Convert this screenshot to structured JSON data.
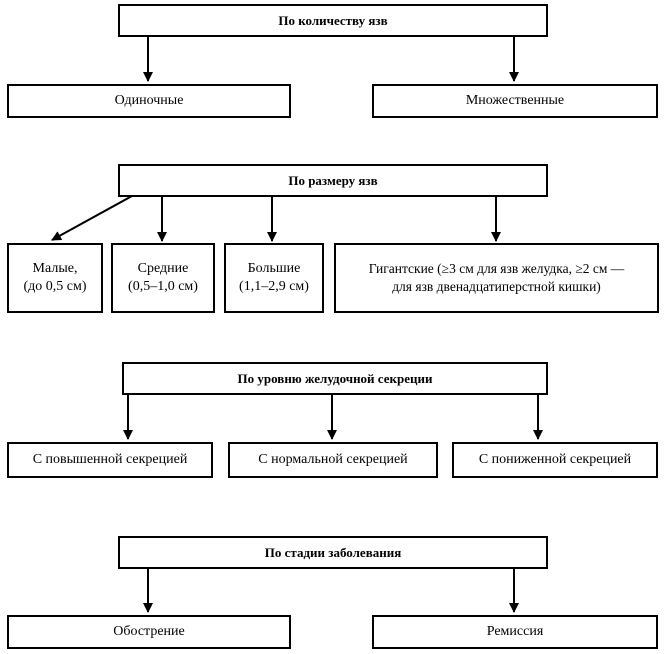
{
  "sections": [
    {
      "header": "По количеству язв",
      "children": [
        "Одиночные",
        "Множественные"
      ]
    },
    {
      "header": "По размеру язв",
      "children": [
        {
          "line1": "Малые,",
          "line2": "(до 0,5 см)"
        },
        {
          "line1": "Средние",
          "line2": "(0,5–1,0 см)"
        },
        {
          "line1": "Большие",
          "line2": "(1,1–2,9 см)"
        },
        {
          "line1": "Гигантские (≥3 см для язв желудка, ≥2 см —",
          "line2": "для язв двенадцатиперстной кишки)"
        }
      ]
    },
    {
      "header": "По уровню желудочной секреции",
      "children": [
        "С повышенной секрецией",
        "С нормальной секрецией",
        "С пониженной секрецией"
      ]
    },
    {
      "header": "По стадии заболевания",
      "children": [
        "Обострение",
        "Ремиссия"
      ]
    }
  ]
}
